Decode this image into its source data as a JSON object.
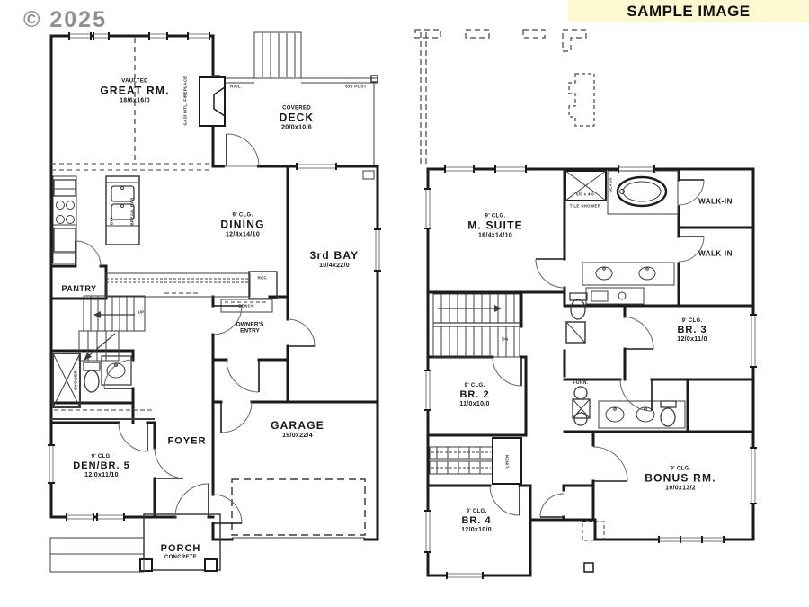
{
  "watermark": "© 2025",
  "banner": {
    "text": "SAMPLE IMAGE",
    "bg": "#fbf8d2"
  },
  "colors": {
    "wall": "#1b1b1b",
    "detail": "#444444",
    "text": "#161616"
  },
  "floor1": {
    "great_room": {
      "tag": "VAULTED",
      "name": "GREAT RM.",
      "dims": "18/6x16/0"
    },
    "fireplace_label": "GAS/ MTL. FIREPLACE",
    "deck": {
      "tag": "COVERED",
      "name": "DECK",
      "dims": "20/0x10/6"
    },
    "rail_label": "RAIL",
    "post_label": "6x6 POST",
    "dining": {
      "tag": "9' CLG.",
      "name": "DINING",
      "dims": "12/4x14/10"
    },
    "third_bay": {
      "name": "3rd BAY",
      "dims": "10/4x22/0"
    },
    "pantry_label": "PANTRY",
    "ref_label": "REF.",
    "dw_label": "DW",
    "break_bar_label": "BREAK. BAR",
    "bench_label": "BENCH",
    "owners_entry": {
      "line1": "OWNER'S",
      "line2": "ENTRY"
    },
    "up_label": "UP",
    "shower_label": "SHOWER",
    "foyer_label": "FOYER",
    "den": {
      "tag": "9' CLG.",
      "name": "DEN/BR. 5",
      "dims": "12/0x11/10"
    },
    "garage": {
      "name": "GARAGE",
      "dims": "19/0x22/4"
    },
    "porch": {
      "name": "PORCH",
      "sub": "CONCRETE"
    }
  },
  "floor2": {
    "m_suite": {
      "tag": "9' CLG.",
      "name": "M. SUITE",
      "dims": "16/4x14/10"
    },
    "tile_shower": {
      "size": "5/0 x 4/0",
      "name": "TILE SHOWER"
    },
    "glass_label": "GLASS",
    "walk_in_1": "WALK-IN",
    "walk_in_2": "WALK-IN",
    "br2": {
      "tag": "9' CLG.",
      "name": "BR. 2",
      "dims": "11/0x10/0"
    },
    "br3": {
      "tag": "9' CLG.",
      "name": "BR. 3",
      "dims": "12/0x11/0"
    },
    "br4": {
      "tag": "9' CLG.",
      "name": "BR. 4",
      "dims": "12/0x10/0"
    },
    "bonus": {
      "tag": "9' CLG.",
      "name": "BONUS RM.",
      "dims": "19/0x13/2"
    },
    "furn_label": "FURN.",
    "linen_label": "LINEN",
    "dn_label": "DN"
  }
}
